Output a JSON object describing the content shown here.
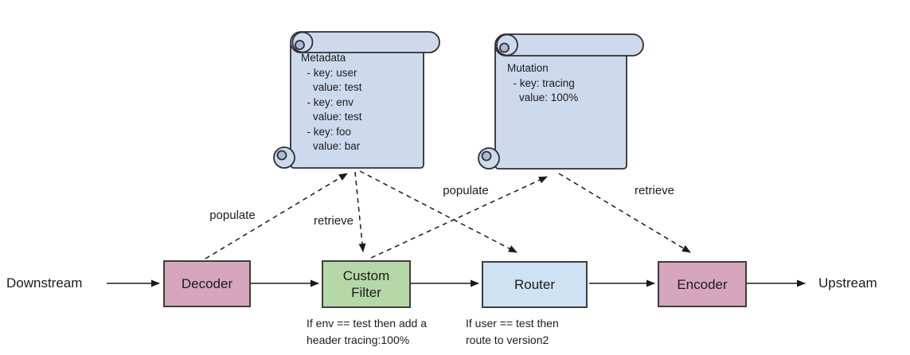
{
  "diagram": {
    "endpoints": {
      "downstream": "Downstream",
      "upstream": "Upstream"
    },
    "nodes": [
      {
        "id": "decoder",
        "label": "Decoder",
        "fill": "#d5a6bd"
      },
      {
        "id": "custom-filter",
        "label": "Custom\nFilter",
        "fill": "#b6d7a8"
      },
      {
        "id": "router",
        "label": "Router",
        "fill": "#cfe2f3"
      },
      {
        "id": "encoder",
        "label": "Encoder",
        "fill": "#d5a6bd"
      }
    ],
    "captions": {
      "custom_filter": "If env == test then add a\nheader tracing:100%",
      "router": "If user == test then\nroute to version2"
    },
    "scrolls": [
      {
        "id": "metadata",
        "text": "Metadata\n  - key: user\n    value: test\n  - key: env\n    value: test\n  - key: foo\n    value: bar",
        "fill": "#cddaee"
      },
      {
        "id": "mutation",
        "text": "Mutation\n  - key: tracing\n    value: 100%",
        "fill": "#cddaee"
      }
    ],
    "edge_labels": {
      "populate_decoder_metadata": "populate",
      "retrieve_metadata_filter": "retrieve",
      "populate_filter_mutation": "populate",
      "retrieve_mutation_encoder": "retrieve"
    },
    "colors": {
      "node_pink": "#d5a6bd",
      "node_green": "#b6d7a8",
      "node_blue": "#cfe2f3",
      "scroll_fill": "#cddaee",
      "scroll_curl": "#a9bbd6",
      "stroke": "#3d3d3d",
      "arrow": "#1a1a1a",
      "background": "#ffffff"
    }
  }
}
